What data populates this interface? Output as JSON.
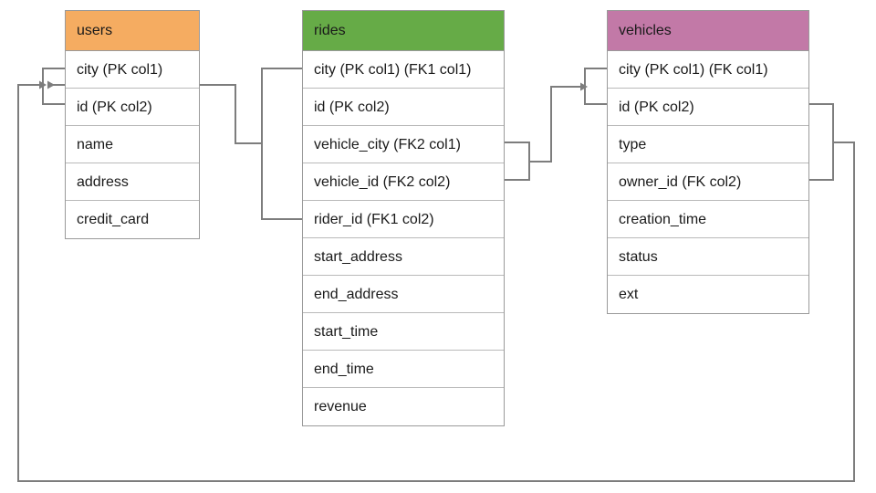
{
  "diagram": {
    "title": "database-schema-er-diagram",
    "background": "#ffffff",
    "line_color": "#7d7d7d",
    "border_color": "#9a9a9a"
  },
  "tables": [
    {
      "name": "users",
      "header_label": "users",
      "header_color": "#f5ac61",
      "columns": [
        "city (PK col1)",
        "id (PK col2)",
        "name",
        "address",
        "credit_card"
      ]
    },
    {
      "name": "rides",
      "header_label": "rides",
      "header_color": "#66ab47",
      "columns": [
        "city (PK col1) (FK1 col1)",
        "id (PK col2)",
        "vehicle_city (FK2 col1)",
        "vehicle_id (FK2 col2)",
        "rider_id (FK1 col2)",
        "start_address",
        "end_address",
        "start_time",
        "end_time",
        "revenue"
      ]
    },
    {
      "name": "vehicles",
      "header_label": "vehicles",
      "header_color": "#c279a7",
      "columns": [
        "city (PK col1) (FK col1)",
        "id (PK col2)",
        "type",
        "owner_id (FK col2)",
        "creation_time",
        "status",
        "ext"
      ]
    }
  ],
  "relationships": [
    {
      "name": "rides-fk1-to-users",
      "from_table": "rides",
      "from_columns": [
        "city (PK col1) (FK1 col1)",
        "rider_id (FK1 col2)"
      ],
      "to_table": "users",
      "to_columns": [
        "city (PK col1)",
        "id (PK col2)"
      ]
    },
    {
      "name": "rides-fk2-to-vehicles",
      "from_table": "rides",
      "from_columns": [
        "vehicle_city (FK2 col1)",
        "vehicle_id (FK2 col2)"
      ],
      "to_table": "vehicles",
      "to_columns": [
        "city (PK col1) (FK col1)",
        "id (PK col2)"
      ]
    },
    {
      "name": "vehicles-fk-to-users",
      "from_table": "vehicles",
      "from_columns": [
        "city (PK col1) (FK col1)",
        "owner_id (FK col2)"
      ],
      "to_table": "users",
      "to_columns": [
        "city (PK col1)",
        "id (PK col2)"
      ]
    }
  ]
}
